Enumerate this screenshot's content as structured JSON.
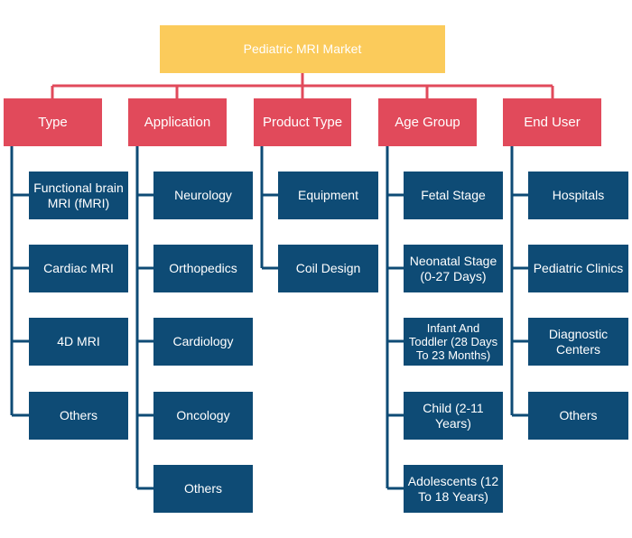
{
  "root": {
    "label": "Pediatric MRI Market"
  },
  "categories": [
    {
      "label": "Type",
      "items": [
        "Functional brain MRI (fMRI)",
        "Cardiac MRI",
        "4D MRI",
        "Others"
      ]
    },
    {
      "label": "Application",
      "items": [
        "Neurology",
        "Orthopedics",
        "Cardiology",
        "Oncology",
        "Others"
      ]
    },
    {
      "label": "Product Type",
      "items": [
        "Equipment",
        "Coil Design"
      ]
    },
    {
      "label": "Age Group",
      "items": [
        "Fetal Stage",
        "Neonatal Stage (0-27 Days)",
        "Infant And Toddler (28 Days To 23 Months)",
        "Child (2-11 Years)",
        "Adolescents (12 To 18 Years)"
      ]
    },
    {
      "label": "End User",
      "items": [
        "Hospitals",
        "Pediatric Clinics",
        "Diagnostic Centers",
        "Others"
      ]
    }
  ],
  "colors": {
    "root": "#fbcb5b",
    "category": "#e14a5b",
    "leaf": "#0e4b75",
    "connector": "#e14a5b",
    "leaf_connector": "#0e4b75"
  }
}
